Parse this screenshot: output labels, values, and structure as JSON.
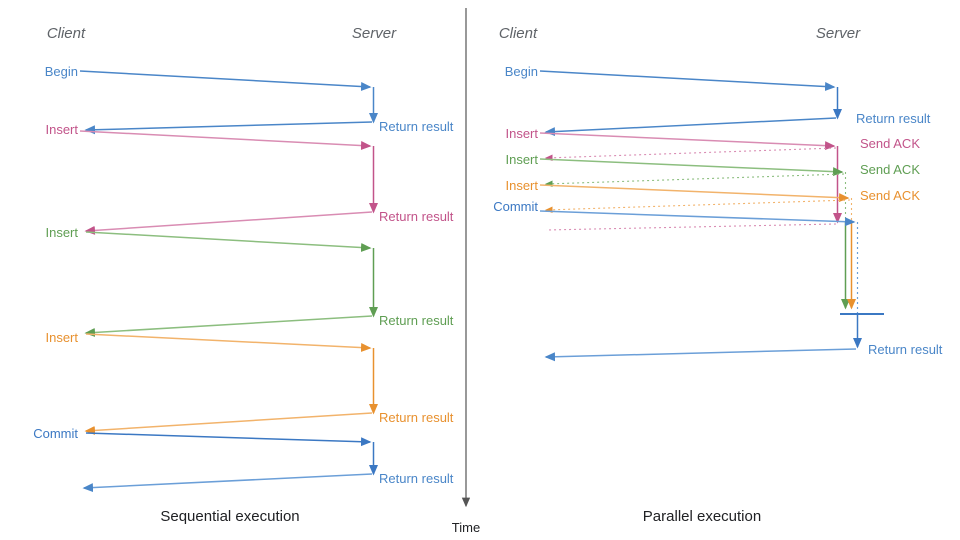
{
  "palette": {
    "blue": "#4a86c8",
    "blue_dark": "#3b78c3",
    "pink": "#c2548a",
    "pink_light": "#d98cb3",
    "green": "#5f9e53",
    "green_light": "#8cbe7f",
    "orange": "#e8912f",
    "orange_light": "#f2b36b",
    "gray": "#5f6368",
    "black": "#202124",
    "time_axis": "#555555"
  },
  "time_axis": {
    "label": "Time"
  },
  "panels": [
    {
      "id": "sequential",
      "caption": "Sequential execution",
      "lanes": {
        "client": "Client",
        "server": "Server"
      },
      "client_labels": [
        {
          "text": "Begin",
          "color": "blue"
        },
        {
          "text": "Insert",
          "color": "pink"
        },
        {
          "text": "Insert",
          "color": "green"
        },
        {
          "text": "Insert",
          "color": "orange"
        },
        {
          "text": "Commit",
          "color": "blue"
        }
      ],
      "server_labels": [
        {
          "text": "Return result",
          "color": "blue"
        },
        {
          "text": "Return result",
          "color": "pink"
        },
        {
          "text": "Return result",
          "color": "green"
        },
        {
          "text": "Return result",
          "color": "orange"
        },
        {
          "text": "Return result",
          "color": "blue"
        }
      ]
    },
    {
      "id": "parallel",
      "caption": "Parallel execution",
      "lanes": {
        "client": "Client",
        "server": "Server"
      },
      "client_labels": [
        {
          "text": "Begin",
          "color": "blue"
        },
        {
          "text": "Insert",
          "color": "pink"
        },
        {
          "text": "Insert",
          "color": "green"
        },
        {
          "text": "Insert",
          "color": "orange"
        },
        {
          "text": "Commit",
          "color": "blue"
        }
      ],
      "server_labels": [
        {
          "text": "Return result",
          "color": "blue"
        },
        {
          "text": "Send ACK",
          "color": "pink"
        },
        {
          "text": "Send ACK",
          "color": "green"
        },
        {
          "text": "Send ACK",
          "color": "orange"
        },
        {
          "text": "Return result",
          "color": "blue"
        }
      ]
    }
  ]
}
